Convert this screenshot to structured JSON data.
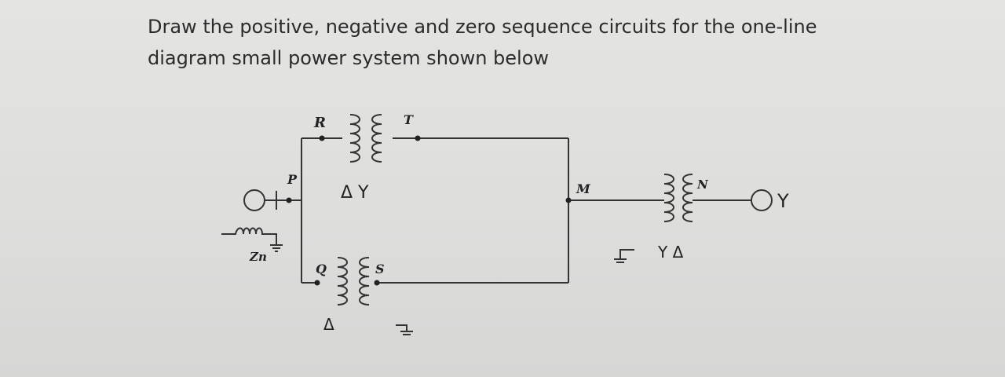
{
  "question": {
    "line1": "Draw the positive, negative and zero sequence circuits for the one-line",
    "line2": "diagram small power system shown below"
  },
  "diagram": {
    "labels": {
      "R": "R",
      "T": "T",
      "P": "P",
      "Q": "Q",
      "S": "S",
      "M": "M",
      "N": "N",
      "Zn": "Zn",
      "tr1_conn": "Δ Y",
      "tr2_delta": "Δ",
      "tr3_conn": "Y Δ",
      "motor_conn": "Y"
    }
  }
}
